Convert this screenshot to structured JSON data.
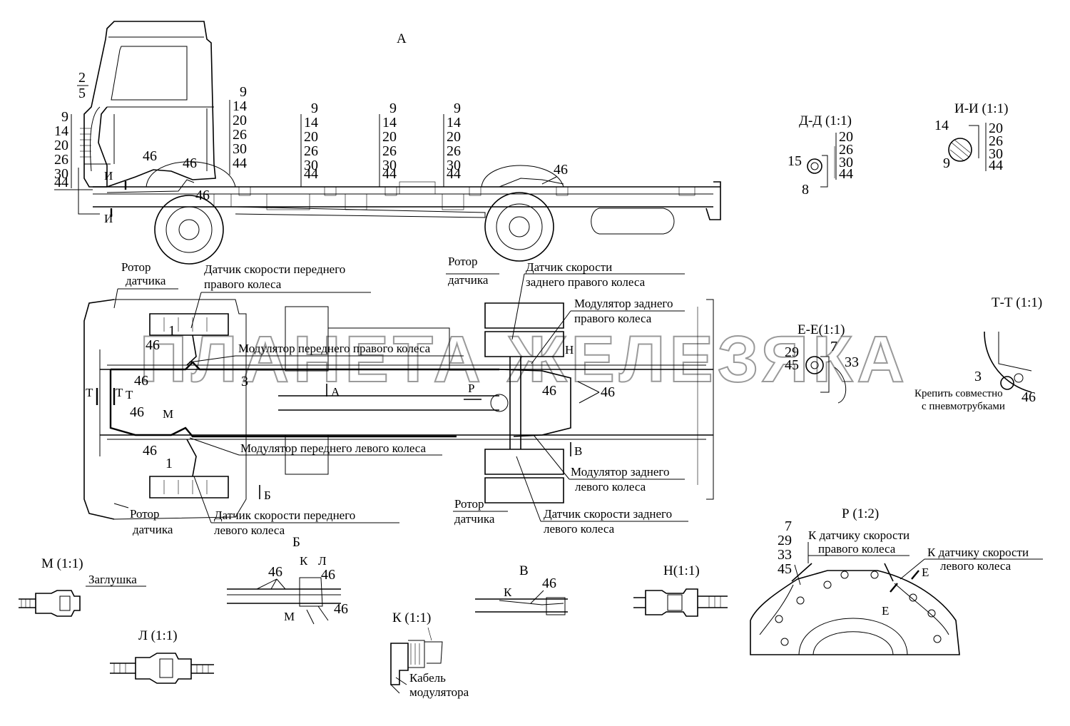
{
  "watermark": "ПЛАНЕТА ЖЕЛЕЗЯКА",
  "views": {
    "A": "А",
    "dd": "Д-Д (1:1)",
    "ii": "И-И (1:1)",
    "ee": "Е-Е(1:1)",
    "tt": "Т-Т (1:1)",
    "m": "М (1:1)",
    "l": "Л (1:1)",
    "b": "Б",
    "v": "В",
    "k": "К (1:1)",
    "n": "Н(1:1)",
    "r": "Р (1:2)"
  },
  "side_view": {
    "left_stack_top": [
      "2",
      "5"
    ],
    "left_stack": [
      "9",
      "14",
      "20",
      "26",
      "30",
      "44"
    ],
    "stack": [
      "9",
      "14",
      "20",
      "26",
      "30",
      "44"
    ],
    "mark_46": "46",
    "mark_I": "И"
  },
  "callouts": {
    "rotor_sensor_line1": "Ротор",
    "rotor_sensor_line2": "датчика",
    "front_right_sensor_l1": "Датчик скорости переднего",
    "front_right_sensor_l2": "правого колеса",
    "rear_right_sensor_l1": "Датчик скорости",
    "rear_right_sensor_l2": "заднего  правого колеса",
    "rear_right_mod_l1": "Модулятор заднего",
    "rear_right_mod_l2": "правого колеса",
    "front_right_mod": "Модулятор переднего правого  колеса",
    "front_left_mod": "Модулятор переднего левого колеса",
    "rear_left_mod_l1": "Модулятор заднего",
    "rear_left_mod_l2": "левого колеса",
    "front_left_sensor_l1": "Датчик скорости переднего",
    "front_left_sensor_l2": "левого колеса",
    "rear_left_sensor_l1": "Датчик скорости заднего",
    "rear_left_sensor_l2": "левого колеса",
    "plug": "Заглушка",
    "modulator_cable_l1": "Кабель",
    "modulator_cable_l2": "модулятора",
    "fix_with_l1": "Крепить совместно",
    "fix_with_l2": "с пневмотрубками",
    "to_right_sensor_l1": "К датчику скорости",
    "to_right_sensor_l2": "правого колеса",
    "to_left_sensor_l1": "К датчику скорости",
    "to_left_sensor_l2": "левого колеса"
  },
  "marks": {
    "n1": "1",
    "n3": "3",
    "n7": "7",
    "n8": "8",
    "n9": "9",
    "n14": "14",
    "n15": "15",
    "n20": "20",
    "n26": "26",
    "n29": "29",
    "n30": "30",
    "n33": "33",
    "n44": "44",
    "n45": "45",
    "n46": "46",
    "T": "Т",
    "M": "М",
    "H": "Н",
    "P": "Р",
    "A": "А",
    "B": "Б",
    "V": "В",
    "K": "К",
    "L": "Л",
    "E": "Е"
  },
  "sections": {
    "dd_stack": [
      "20",
      "26",
      "30",
      "44"
    ],
    "ii_stack": [
      "20",
      "26",
      "30",
      "44"
    ],
    "r_stack": [
      "7",
      "29",
      "33",
      "45"
    ]
  }
}
